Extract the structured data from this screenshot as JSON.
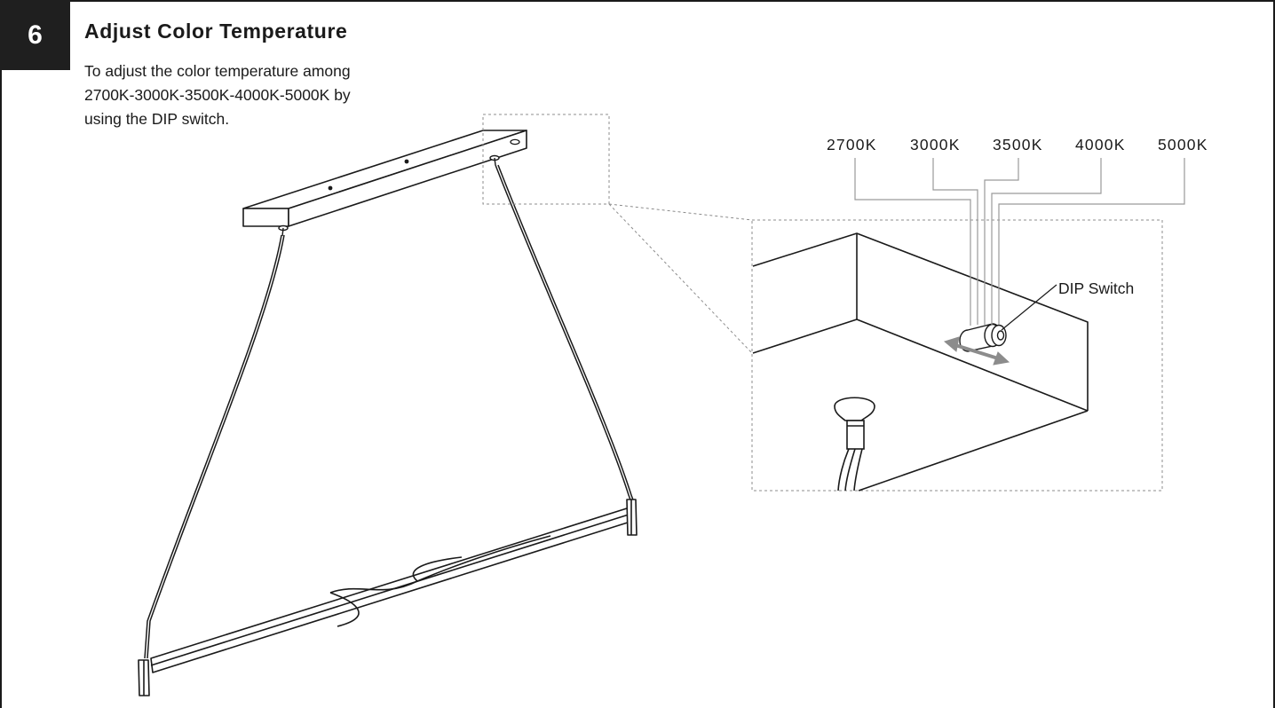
{
  "step": {
    "number": "6",
    "title": "Adjust Color Temperature",
    "description_lines": [
      "To adjust the color temperature among",
      "2700K-3000K-3500K-4000K-5000K by",
      "using the DIP switch."
    ]
  },
  "detail": {
    "temperatures": [
      "2700K",
      "3000K",
      "3500K",
      "4000K",
      "5000K"
    ],
    "switch_label": "DIP Switch"
  },
  "colors": {
    "ink": "#1a1a1a",
    "badge": "#1f1f1f",
    "leader": "#9a9a9a",
    "arrow": "#8c8c8c"
  }
}
